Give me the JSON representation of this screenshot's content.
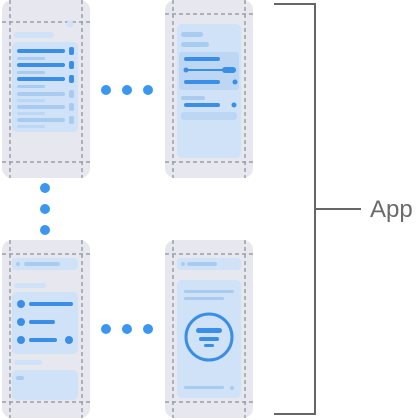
{
  "label": "App",
  "screens": [
    {
      "id": "screen-top-left",
      "kind": "list"
    },
    {
      "id": "screen-top-right",
      "kind": "form"
    },
    {
      "id": "screen-bottom-left",
      "kind": "settings"
    },
    {
      "id": "screen-bottom-right",
      "kind": "detail"
    }
  ],
  "connectors": [
    {
      "kind": "horizontal-ellipsis-top"
    },
    {
      "kind": "horizontal-ellipsis-bottom"
    },
    {
      "kind": "vertical-ellipsis-left"
    }
  ],
  "colors": {
    "phone_bg": "#e7e7ef",
    "safe_area": "#9aa0a6",
    "card": "#cfe2f7",
    "card_light": "#dbe8f8",
    "accent": "#3a8ee6",
    "dot": "#3a96ee",
    "bracket": "#666666",
    "label": "#6b6b6b"
  }
}
